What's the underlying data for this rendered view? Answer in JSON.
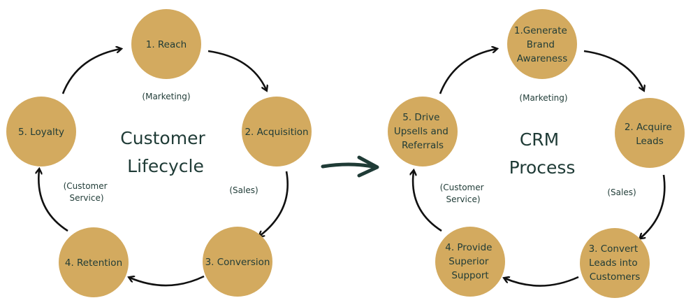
{
  "colors": {
    "node_fill": "#d3aa5f",
    "text": "#1f3b36",
    "arrow": "#111111",
    "connector": "#1f3b36"
  },
  "diagrams": [
    {
      "id": "customer-lifecycle",
      "title_lines": [
        "Customer",
        "Lifecycle"
      ],
      "nodes": [
        {
          "lines": [
            "1. Reach"
          ]
        },
        {
          "lines": [
            "2. Acquisition"
          ]
        },
        {
          "lines": [
            "3. Conversion"
          ]
        },
        {
          "lines": [
            "4. Retention"
          ]
        },
        {
          "lines": [
            "5. Loyalty"
          ]
        }
      ],
      "side_labels": [
        {
          "lines": [
            "(Marketing)"
          ]
        },
        {
          "lines": [
            "(Sales)"
          ]
        },
        {
          "lines": [
            "(Customer",
            "Service)"
          ]
        }
      ]
    },
    {
      "id": "crm-process",
      "title_lines": [
        "CRM",
        "Process"
      ],
      "nodes": [
        {
          "lines": [
            "1.Generate",
            "Brand",
            "Awareness"
          ]
        },
        {
          "lines": [
            "2. Acquire",
            "Leads"
          ]
        },
        {
          "lines": [
            "3. Convert",
            "Leads into",
            "Customers"
          ]
        },
        {
          "lines": [
            "4. Provide",
            "Superior",
            "Support"
          ]
        },
        {
          "lines": [
            "5. Drive",
            "Upsells and",
            "Referrals"
          ]
        }
      ],
      "side_labels": [
        {
          "lines": [
            "(Marketing)"
          ]
        },
        {
          "lines": [
            "(Sales)"
          ]
        },
        {
          "lines": [
            "(Customer",
            "Service)"
          ]
        }
      ]
    }
  ]
}
